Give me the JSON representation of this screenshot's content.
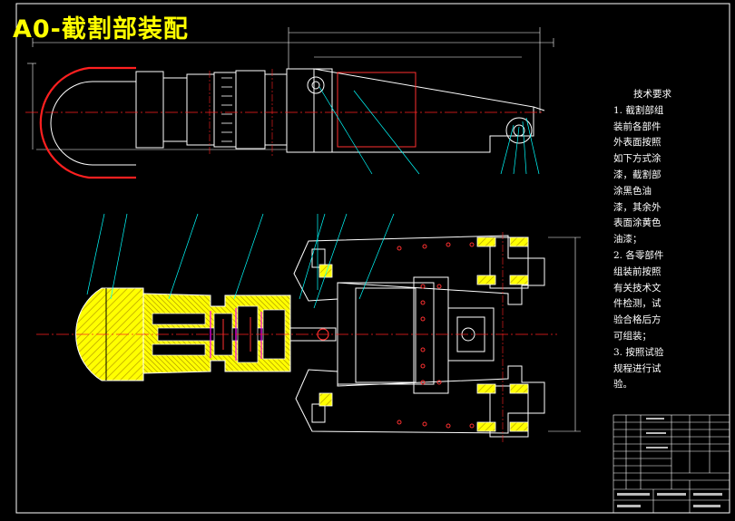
{
  "title": "A0-截割部装配",
  "notes": {
    "heading": "技术要求",
    "lines": [
      "1. 截割部组",
      "装前各部件",
      "外表面按照",
      "如下方式涂",
      "漆，截割部",
      "涂黑色油",
      "漆，其余外",
      "表面涂黄色",
      "油漆；",
      "2. 各零部件",
      "组装前按照",
      "有关技术文",
      "件检测，试",
      "验合格后方",
      "可组装；",
      "3. 按照试验",
      "规程进行试",
      "验。"
    ]
  },
  "colors": {
    "background": "#000000",
    "title": "#ffff00",
    "outline": "#ffffff",
    "centerline": "#ff0000",
    "leader": "#00ffff",
    "hatch": "#ffff00",
    "accent": "#ff00ff"
  }
}
